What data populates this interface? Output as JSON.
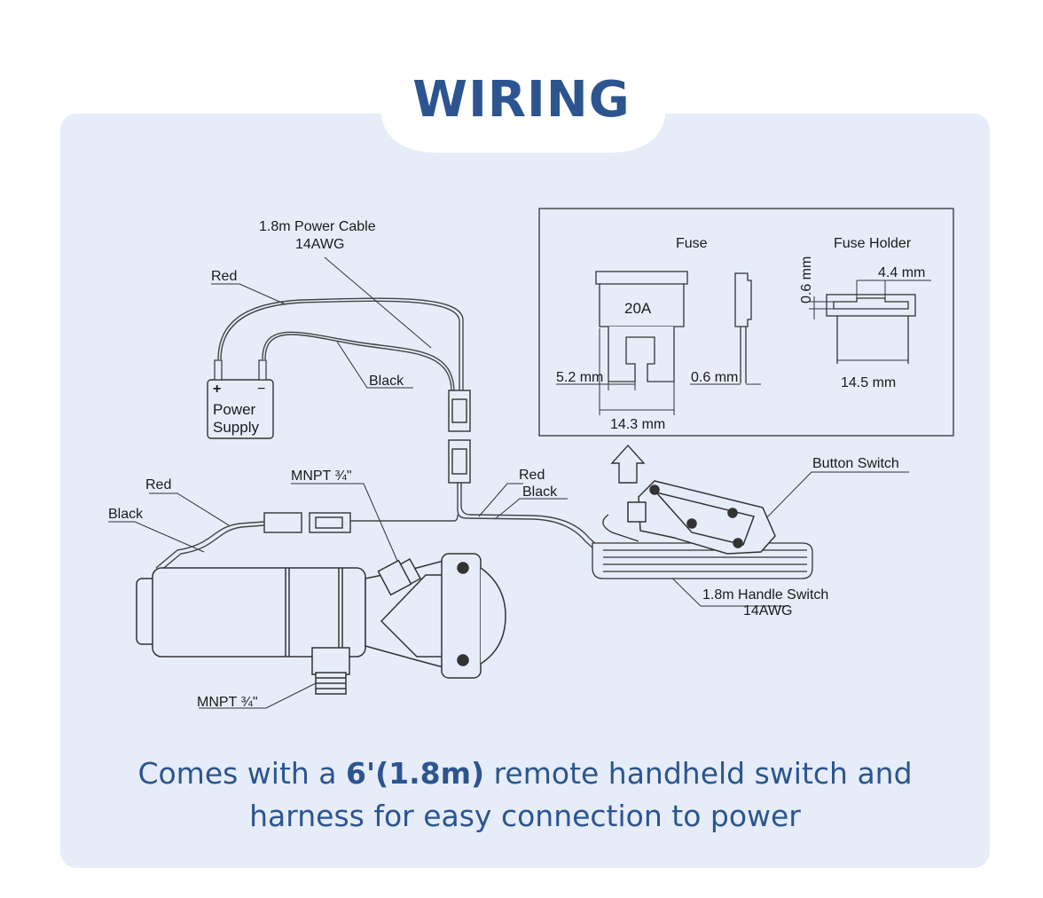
{
  "title": "WIRING",
  "labels": {
    "power_cable": "1.8m Power Cable",
    "power_cable_gauge": "14AWG",
    "red_top": "Red",
    "black_top": "Black",
    "power_supply_line1": "Power",
    "power_supply_line2": "Supply",
    "plus": "+",
    "minus": "−",
    "red_left": "Red",
    "black_left": "Black",
    "mnpt_top": "MNPT ¾\"",
    "mnpt_bottom": "MNPT ¾\"",
    "red_mid": "Red",
    "black_mid": "Black",
    "button_switch": "Button Switch",
    "handle_switch": "1.8m Handle Switch",
    "handle_switch_gauge": "14AWG",
    "fuse": "Fuse",
    "fuse_holder": "Fuse Holder",
    "fuse_rating": "20A",
    "dim_52": "5.2 mm",
    "dim_06a": "0.6 mm",
    "dim_143": "14.3 mm",
    "dim_44": "4.4 mm",
    "dim_06b": "0.6 mm",
    "dim_145": "14.5 mm"
  },
  "caption": {
    "line1_pre": "Comes with a ",
    "line1_bold": "6'(1.8m)",
    "line1_post": " remote handheld switch and",
    "line2": "harness for easy connection to power"
  }
}
